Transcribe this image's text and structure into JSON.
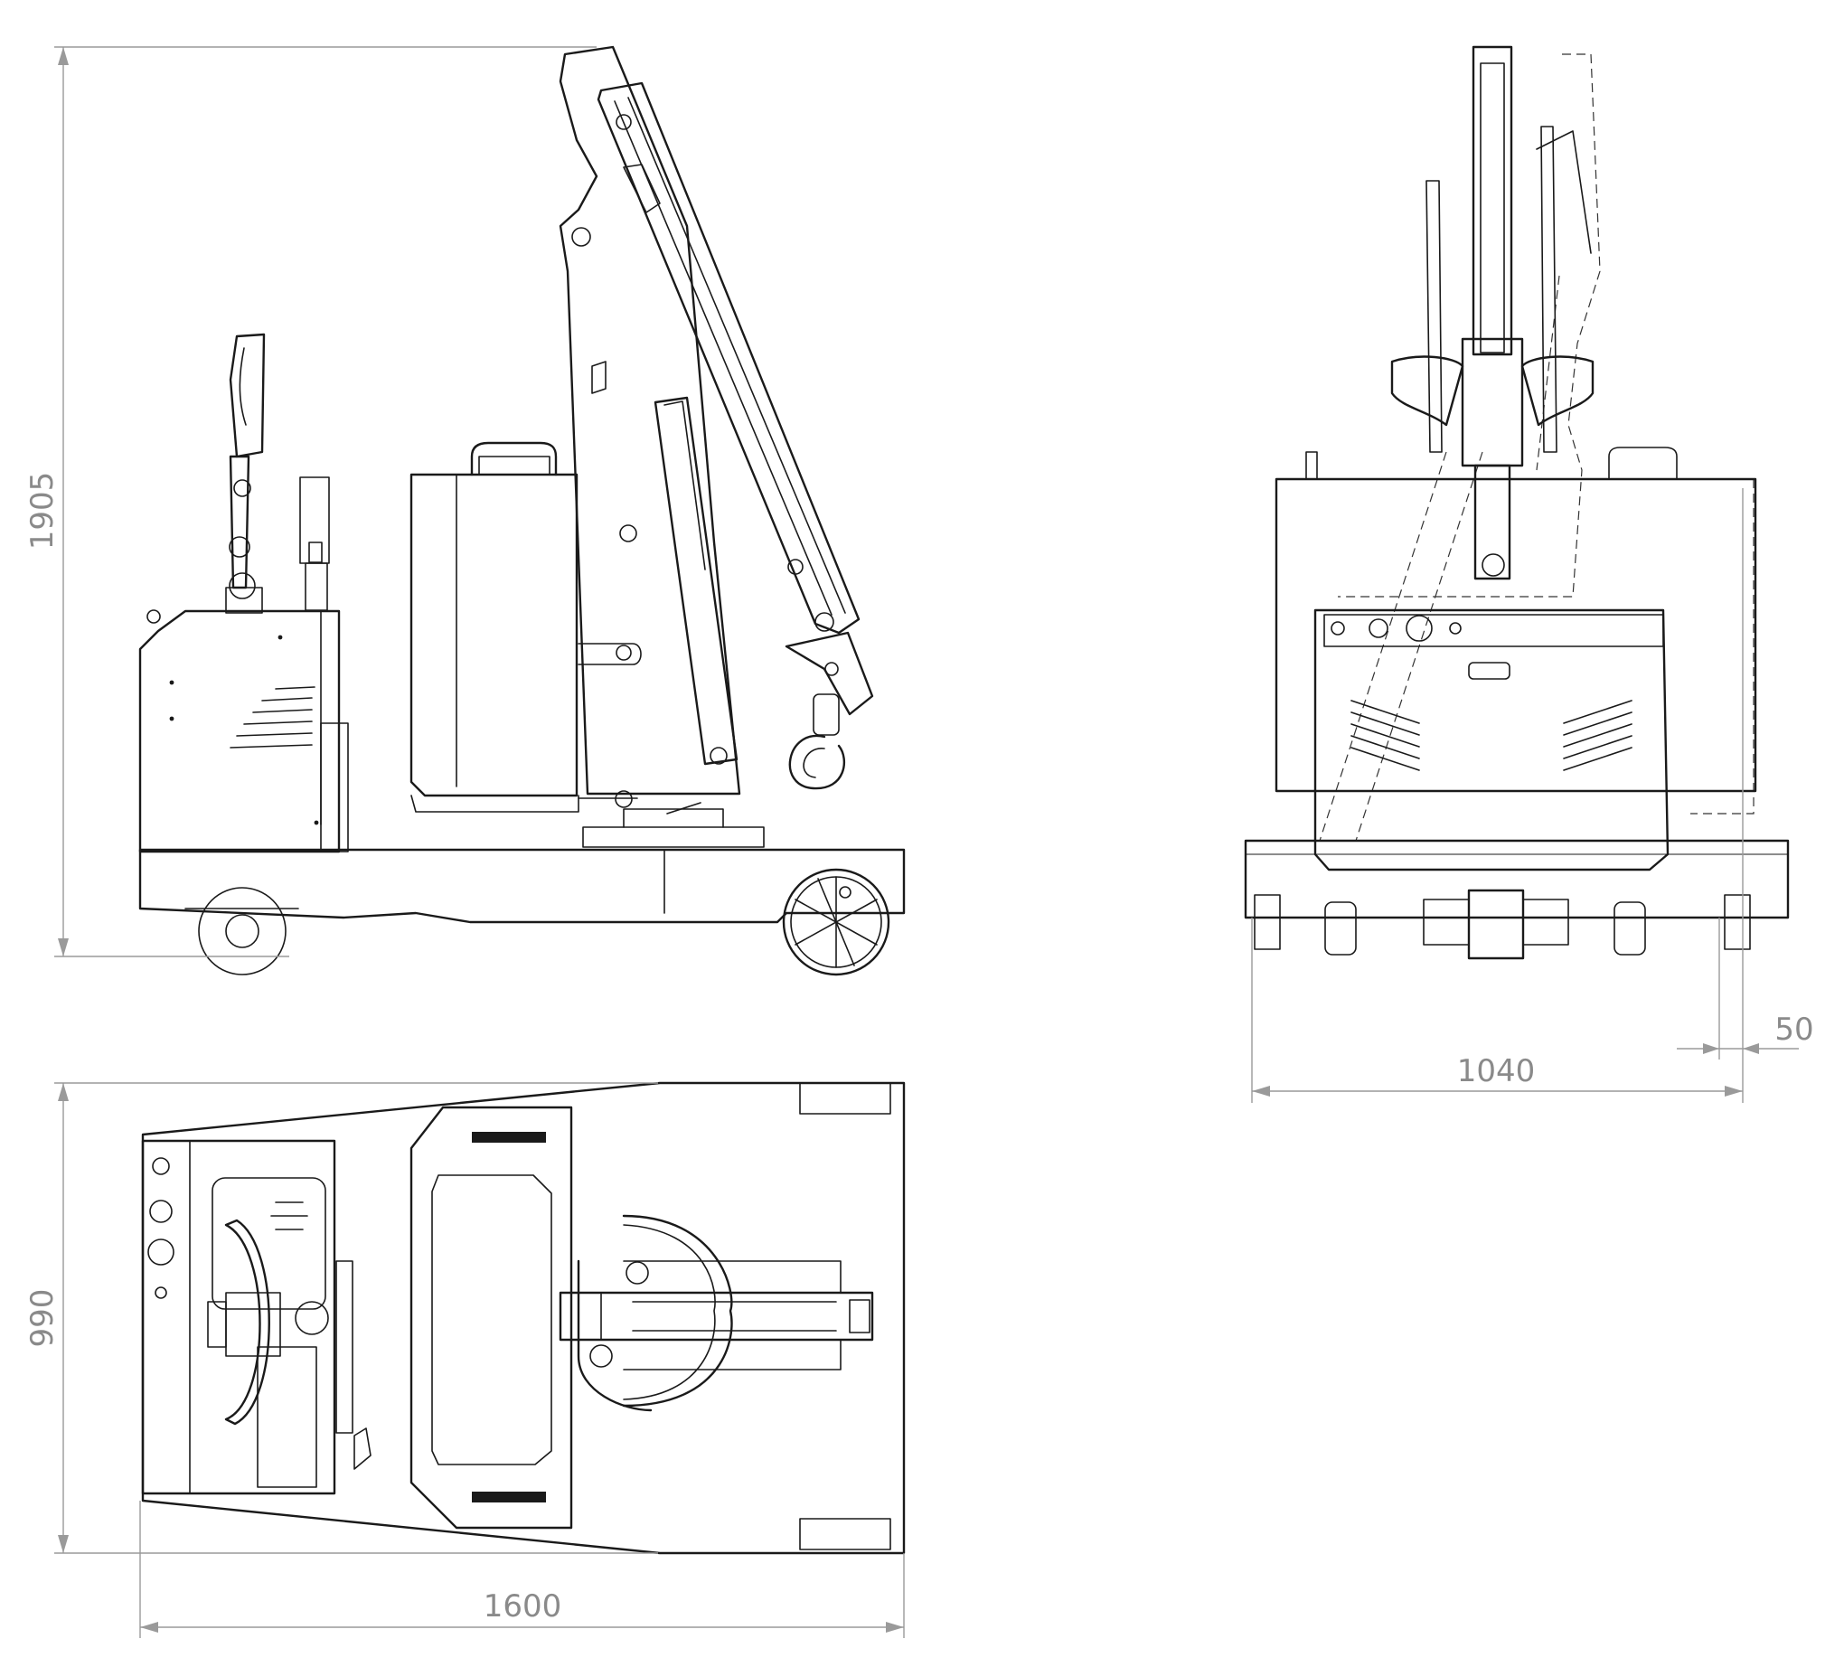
{
  "dimensions": {
    "side_view_height": "1905",
    "top_view_width": "990",
    "top_view_length": "1600",
    "front_view_width": "1040",
    "front_view_offset": "50"
  }
}
